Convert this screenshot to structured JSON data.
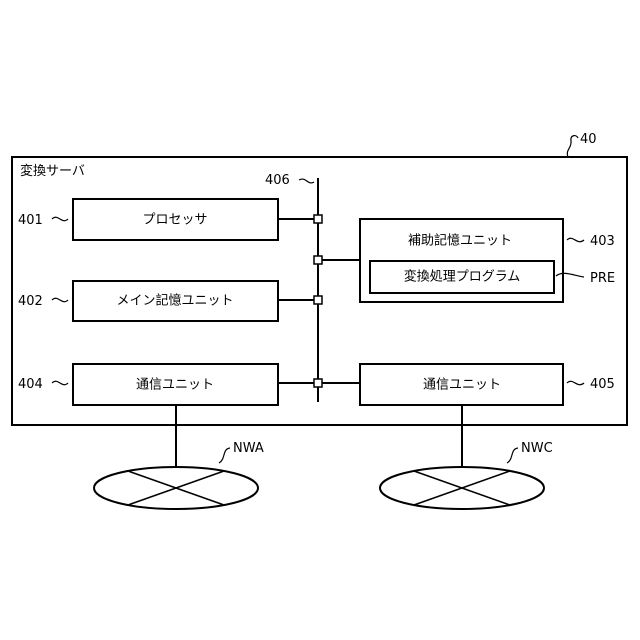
{
  "figure": {
    "server_ref": "40",
    "server_title": "変換サーバ",
    "bus_ref": "406",
    "units": [
      {
        "ref": "401",
        "label": "プロセッサ"
      },
      {
        "ref": "402",
        "label": "メイン記憶ユニット"
      },
      {
        "ref": "404",
        "label": "通信ユニット"
      },
      {
        "ref": "403",
        "label": "補助記憶ユニット"
      },
      {
        "ref": "405",
        "label": "通信ユニット"
      }
    ],
    "program": {
      "ref": "PRE",
      "label": "変換処理プログラム"
    },
    "networks": [
      {
        "ref": "NWA"
      },
      {
        "ref": "NWC"
      }
    ]
  }
}
